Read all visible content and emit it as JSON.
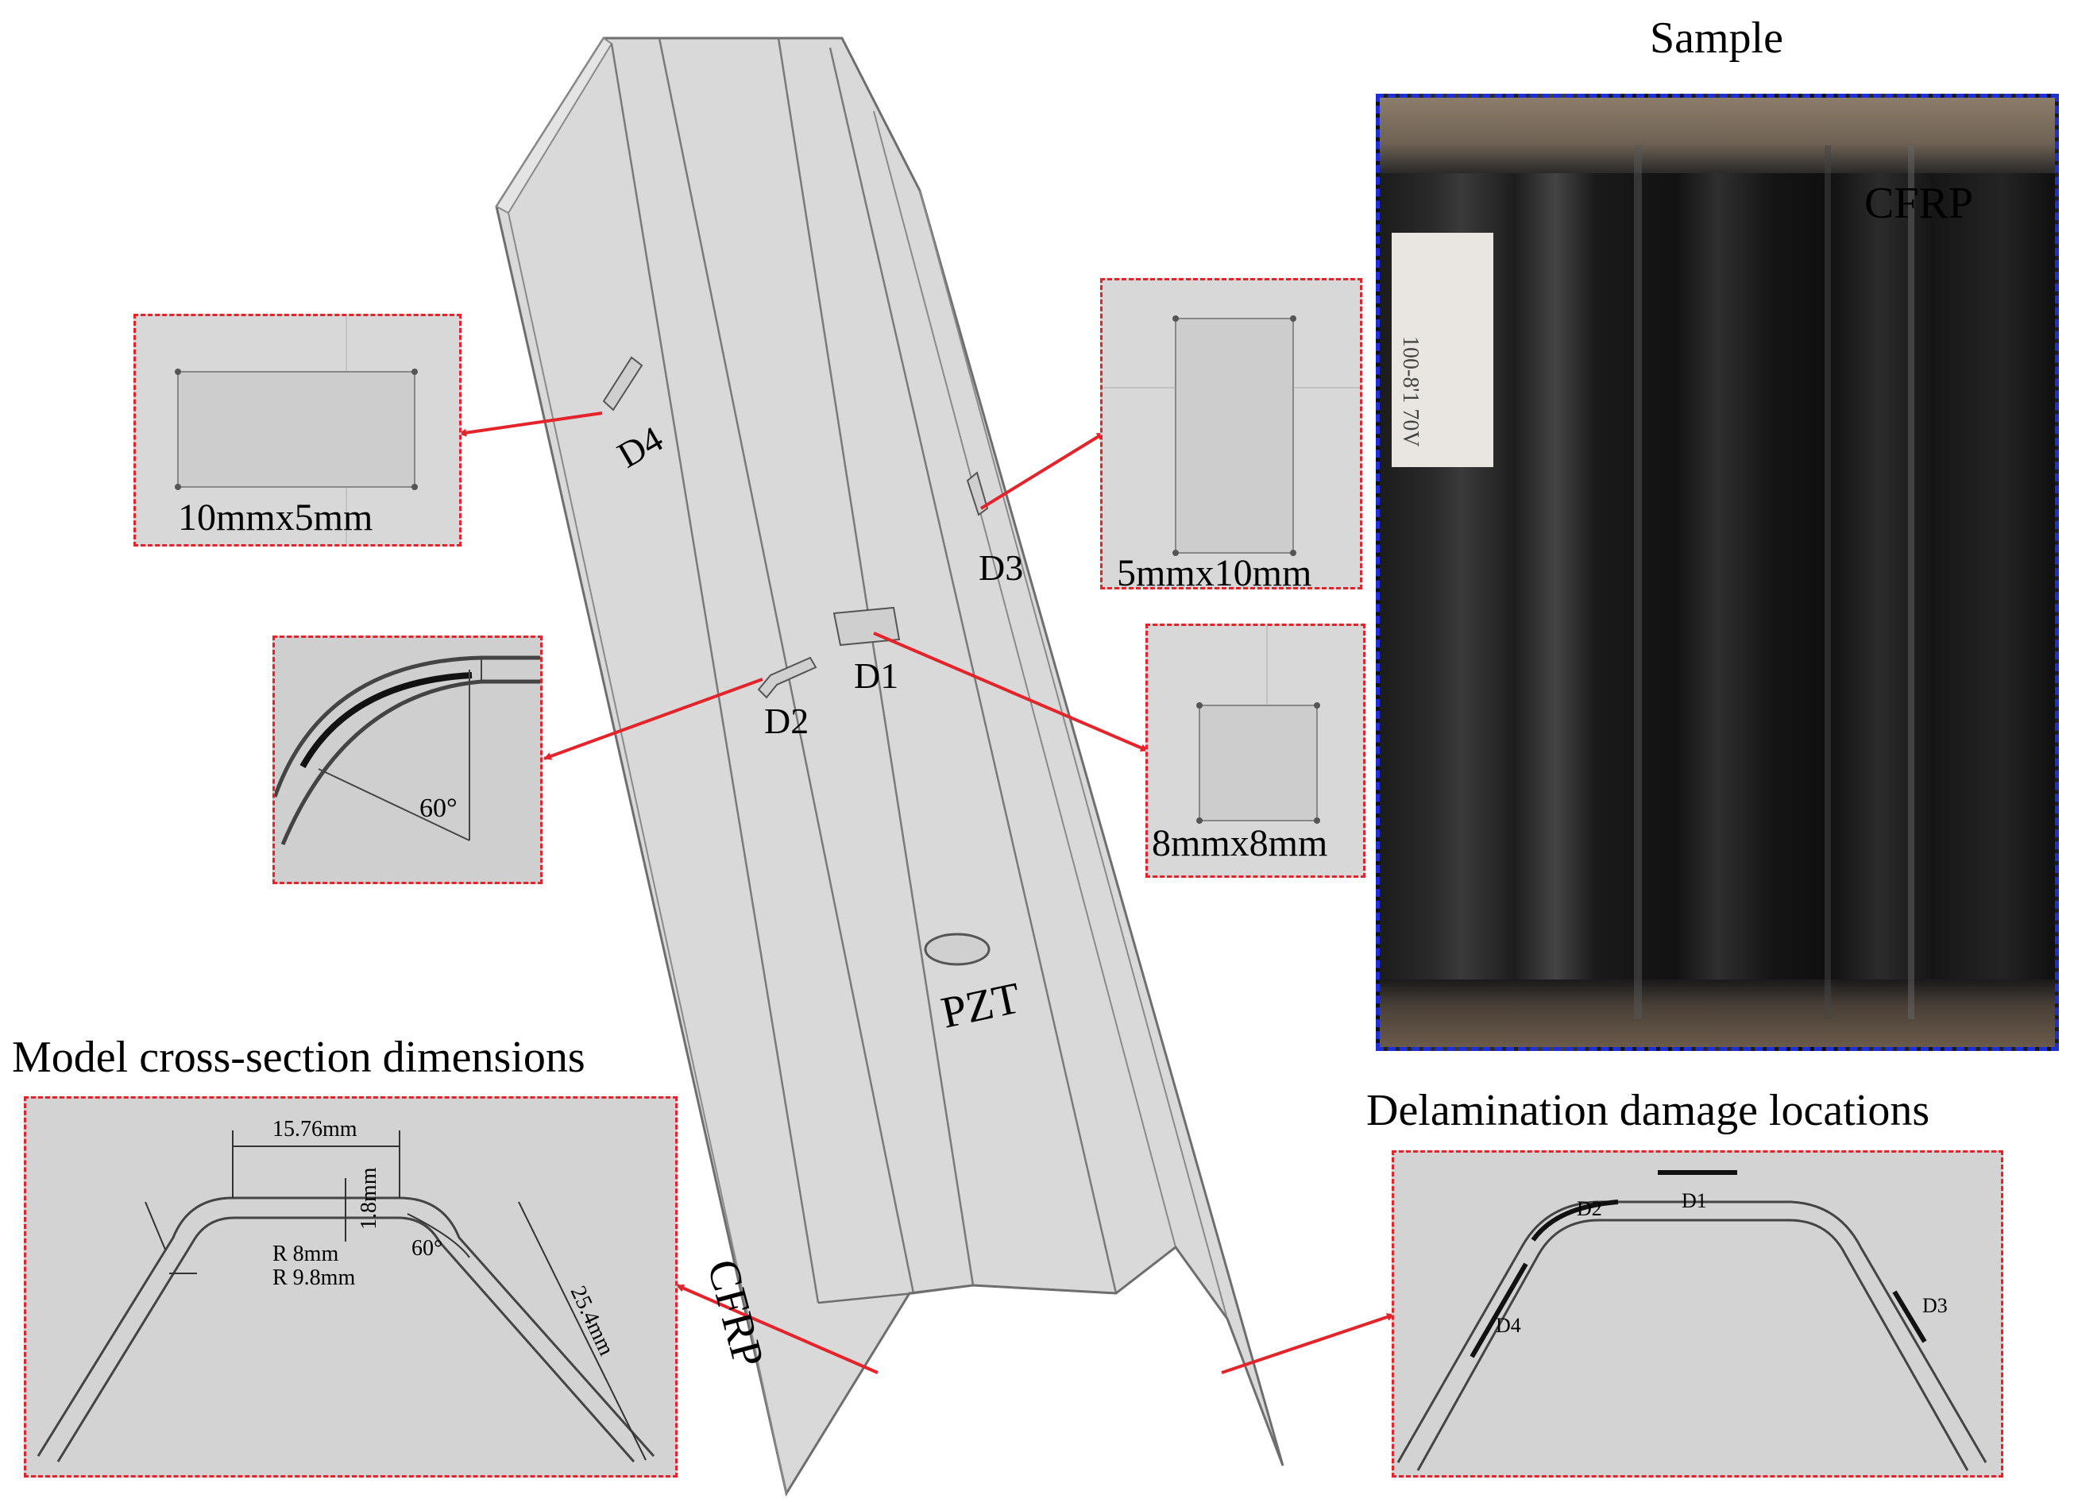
{
  "labels": {
    "sample_title": "Sample",
    "photo_material": "CFRP",
    "beam_material": "CFRP",
    "sensor": "PZT",
    "cross_section_title": "Model cross-section dimensions",
    "delamination_title": "Delamination damage locations"
  },
  "damages": [
    {
      "id": "D1",
      "size": "8mmx8mm"
    },
    {
      "id": "D2",
      "angle": "60°"
    },
    {
      "id": "D3",
      "size": "5mmx10mm"
    },
    {
      "id": "D4",
      "size": "10mmx5mm"
    }
  ],
  "cross_section": {
    "top_width": "15.76mm",
    "inner_radius": "R 8mm",
    "outer_radius": "R 9.8mm",
    "thickness": "1.8mm",
    "angle": "60°",
    "flange_length": "25.4mm"
  },
  "delamination_labels": [
    "D1",
    "D2",
    "D3",
    "D4"
  ],
  "sample_note": "100-8'1 70V",
  "colors": {
    "callout_border": "#e3242b",
    "photo_border": "#1f2fd6",
    "panel_fill": "#d3d3d3",
    "beam_fill": "#d9d9d9",
    "arrow": "#e3242b"
  }
}
